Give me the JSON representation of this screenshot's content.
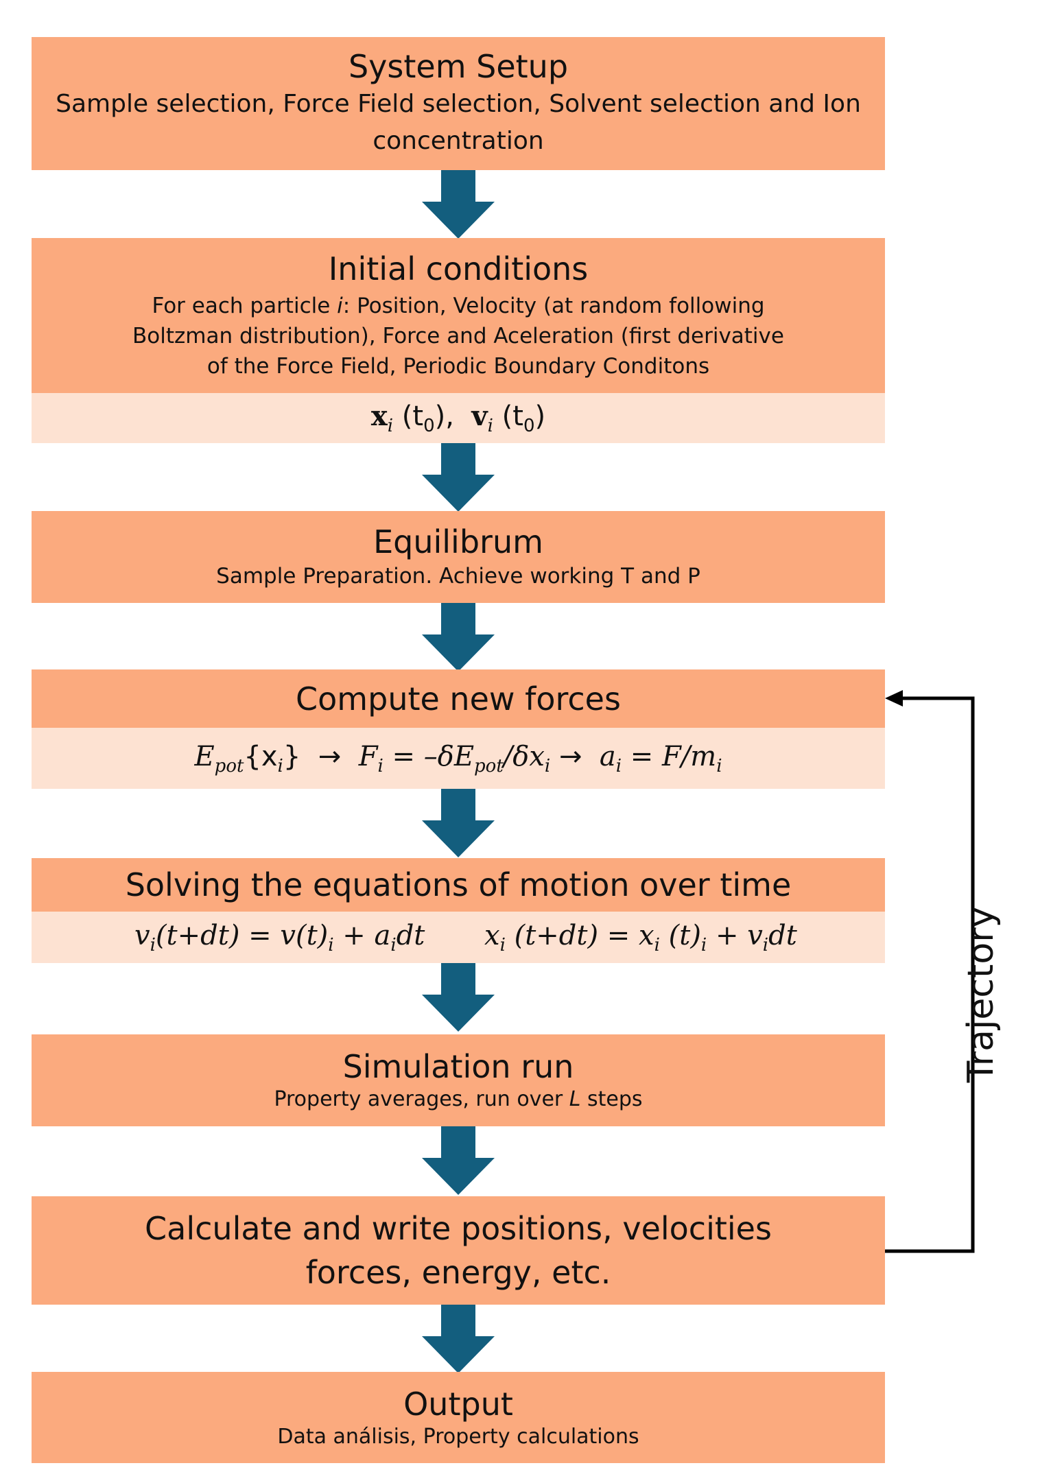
{
  "colors": {
    "box": "#FBAA7E",
    "band": "#FDE2D2",
    "arrow": "#135E7E",
    "loop_line": "#000000"
  },
  "steps": [
    {
      "title": "System Setup",
      "desc_lines": [
        "Sample selection, Force Field selection, Solvent selection and Ion",
        "concentration"
      ]
    },
    {
      "title": "Initial conditions",
      "desc": {
        "pre": "For each particle ",
        "var": "i",
        "post": ": Position, Velocity (at random following"
      },
      "desc_lines": [
        "Boltzman distribution), Force and Aceleration (first derivative",
        "of the Force Field, Periodic Boundary Conditons"
      ],
      "band": "xi (t0),  vi (t0)"
    },
    {
      "title": "Equilibrum",
      "desc": "Sample Preparation. Achieve working T and P"
    },
    {
      "title": "Compute new forces",
      "band": "Epot{xi} → Fi = –δEpot/δxi → ai = F/mi"
    },
    {
      "title": "Solving the equations of motion over time",
      "band_left": "vi(t+dt) = v(t)i + aidt",
      "band_right": "xi (t+dt) = xi (t)i + vidt"
    },
    {
      "title": "Simulation run",
      "desc": {
        "pre": "Property averages, run over ",
        "var": "L",
        "post": " steps"
      }
    },
    {
      "title_lines": [
        "Calculate and write positions, velocities",
        "forces, energy, etc."
      ]
    },
    {
      "title": "Output",
      "desc": "Data análisis, Property calculations"
    }
  ],
  "loop_label": "Trajectory",
  "icons": {
    "arrow": "down-arrow-icon",
    "loop": "feedback-arrow-icon"
  }
}
